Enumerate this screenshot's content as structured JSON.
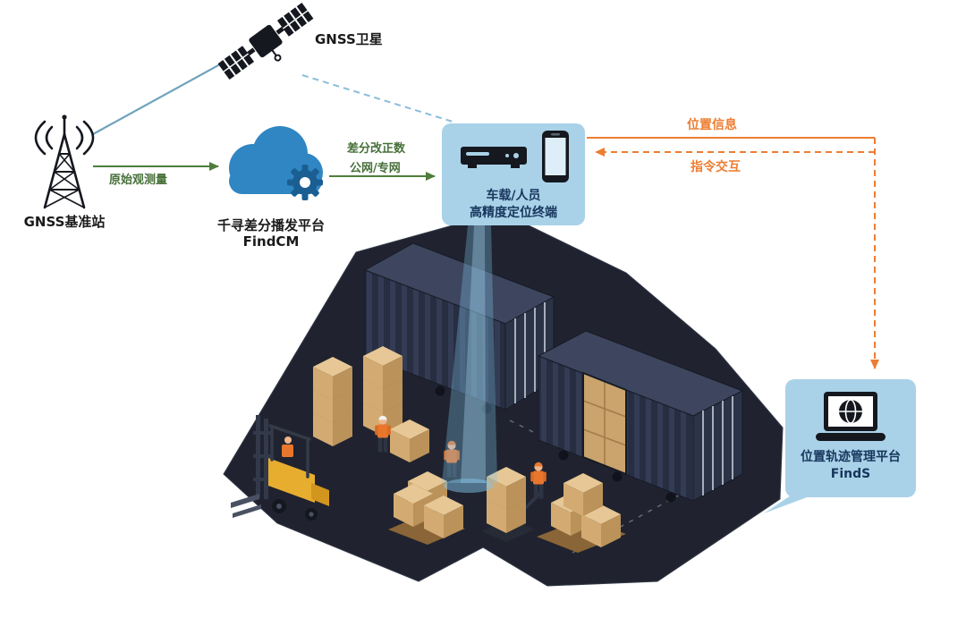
{
  "diagram": {
    "satellite": {
      "label": "GNSS卫星"
    },
    "base_station": {
      "label": "GNSS基准站"
    },
    "cloud": {
      "name": "千寻差分播发平台",
      "product": "FindCM"
    },
    "terminal": {
      "line1": "车载/人员",
      "line2": "高精度定位终端"
    },
    "platform": {
      "name": "位置轨迹管理平台",
      "product": "FindS"
    },
    "edges": {
      "raw_observation": "原始观测量",
      "correction_line1": "差分改正数",
      "correction_line2": "公网/专网",
      "position_info": "位置信息",
      "command_interaction": "指令交互"
    }
  },
  "icons": {
    "satellite": "satellite-icon",
    "base_station": "radio-tower-icon",
    "cloud": "cloud-gear-icon",
    "terminal_receiver": "vehicle-terminal-icon",
    "terminal_phone": "smartphone-icon",
    "platform": "laptop-globe-icon"
  },
  "colors": {
    "panel_bg": "#a9d2e8",
    "panel_text": "#17365d",
    "green_arrow": "#4f7d3c",
    "orange_arrow": "#ed7d31",
    "blue_link": "#6fa3bd",
    "blue_dashed": "#8bbdd8",
    "beam_blue": "#7fc4e8",
    "cloud_blue": "#2f86c3",
    "gear_blue": "#1a5e92",
    "ground": "#20232f",
    "container_navy": "#2b3347",
    "boxes_tan": "#d3ab72",
    "forklift_yellow": "#e7ad2e"
  }
}
